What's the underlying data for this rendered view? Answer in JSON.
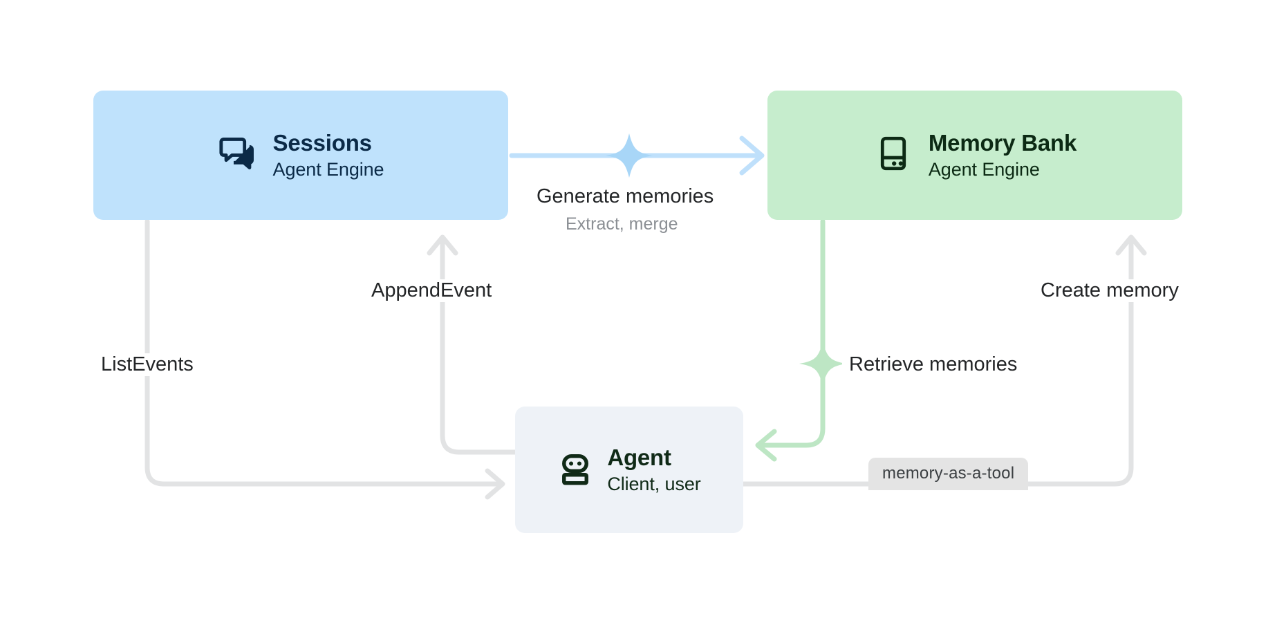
{
  "diagram": {
    "title": "Agent Engine Sessions and Memory Bank flow",
    "background": "#ffffff",
    "colors": {
      "sessions_fill": "#bfe2fc",
      "memory_fill": "#c6edcd",
      "agent_fill": "#eef2f7",
      "edge_grey": "#e2e3e4",
      "edge_blue": "#bfe0fb",
      "edge_green": "#bde6c4",
      "pill_fill": "#e4e4e4",
      "label_text": "#232527",
      "sublabel_text": "#8b8f94"
    }
  },
  "nodes": [
    {
      "id": "sessions",
      "title": "Sessions",
      "subtitle": "Agent Engine",
      "icon": "chat-bubbles-icon"
    },
    {
      "id": "memory_bank",
      "title": "Memory Bank",
      "subtitle": "Agent Engine",
      "icon": "memory-bank-icon"
    },
    {
      "id": "agent",
      "title": "Agent",
      "subtitle": "Client, user",
      "icon": "robot-icon"
    }
  ],
  "edges": [
    {
      "id": "generate",
      "from": "sessions",
      "to": "memory_bank",
      "label": "Generate memories",
      "sublabel": "Extract, merge",
      "color": "#bfe0fb",
      "sparkle": true
    },
    {
      "id": "append_event",
      "from": "agent",
      "to": "sessions",
      "label": "AppendEvent",
      "color": "#e2e3e4",
      "sparkle": false
    },
    {
      "id": "list_events",
      "from": "sessions",
      "to": "agent",
      "label": "ListEvents",
      "color": "#e2e3e4",
      "sparkle": false
    },
    {
      "id": "retrieve",
      "from": "memory_bank",
      "to": "agent",
      "label": "Retrieve memories",
      "color": "#bde6c4",
      "sparkle": true
    },
    {
      "id": "create_memory",
      "from": "agent",
      "to": "memory_bank",
      "label": "Create memory",
      "color": "#e2e3e4",
      "sparkle": false,
      "badge": "memory-as-a-tool"
    }
  ],
  "badge": {
    "text": "memory-as-a-tool"
  }
}
